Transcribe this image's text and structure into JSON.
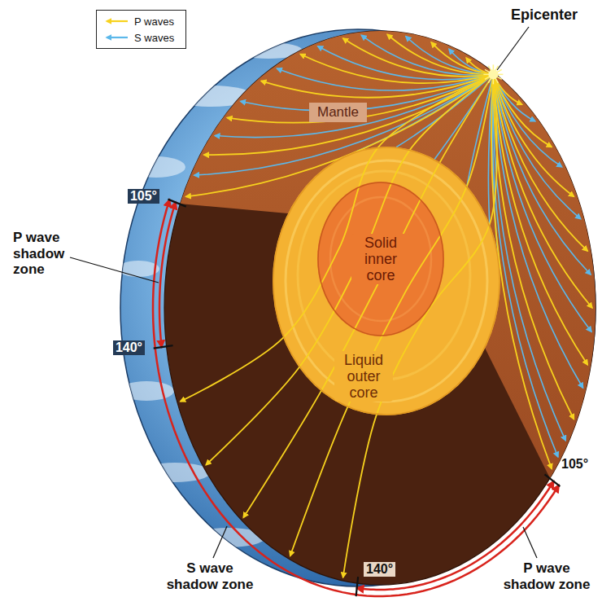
{
  "diagram": {
    "nodes": [
      {
        "text": [
          "Liquid outer core"
        ]
      },
      {
        "text": [
          "Solid inner core"
        ],
        "in": 0
      }
    ],
    "labels": [
      "Epicenter",
      "Mantle",
      "105°",
      "P wave shadow zone",
      "140°",
      "105°",
      "140°",
      "S wave shadow zone",
      "P wave shadow zone"
    ],
    "legend": [
      {
        "text": "P waves"
      },
      {
        "text": "S waves"
      }
    ]
  }
}
